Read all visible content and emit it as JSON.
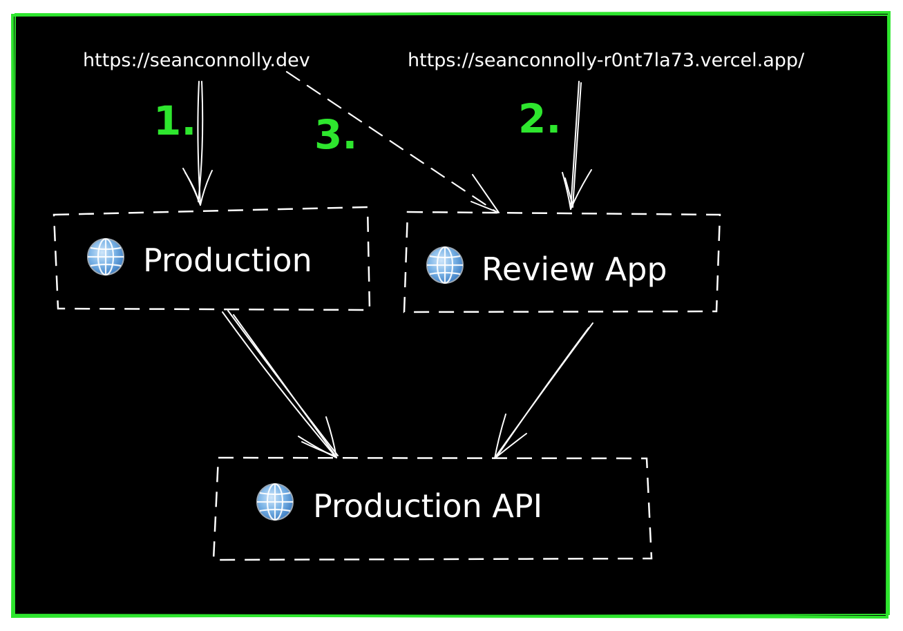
{
  "colors": {
    "background": "#000000",
    "frame": "#2ee62e",
    "step_label": "#2ee62e",
    "stroke": "#ffffff",
    "globe": "#4a8fd6"
  },
  "urls": {
    "production": "https://seanconnolly.dev",
    "review": "https://seanconnolly-r0nt7la73.vercel.app/"
  },
  "steps": {
    "one": "1.",
    "two": "2.",
    "three": "3."
  },
  "nodes": {
    "production": {
      "icon": "globe-icon",
      "label": "Production"
    },
    "review_app": {
      "icon": "globe-icon",
      "label": "Review App"
    },
    "production_api": {
      "icon": "globe-icon",
      "label": "Production API"
    }
  }
}
